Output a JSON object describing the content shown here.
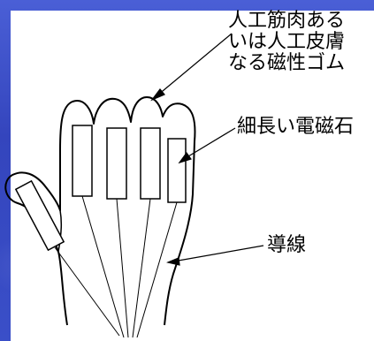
{
  "labels": {
    "artificial_muscle_line1": "人工筋肉ある",
    "artificial_muscle_line2": "いは人工皮膚",
    "artificial_muscle_line3": "なる磁性ゴム",
    "electromagnet": "細長い電磁石",
    "wire": "導線"
  },
  "colors": {
    "background": "#3b4fc4",
    "canvas": "#ffffff",
    "ink": "#000000"
  }
}
